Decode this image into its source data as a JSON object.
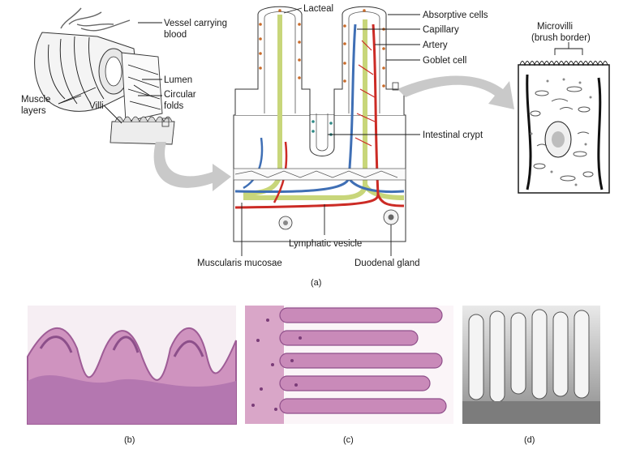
{
  "labels": {
    "vessel": [
      "Vessel carrying",
      "blood"
    ],
    "lumen": "Lumen",
    "circular_folds": [
      "Circular",
      "folds"
    ],
    "muscle_layers": [
      "Muscle",
      "layers"
    ],
    "villi": "Villi",
    "lacteal": "Lacteal",
    "absorptive_cells": "Absorptive cells",
    "capillary": "Capillary",
    "artery": "Artery",
    "goblet_cell": "Goblet cell",
    "intestinal_crypt": "Intestinal crypt",
    "lymphatic_vesicle": "Lymphatic vesicle",
    "muscularis_mucosae": "Muscularis mucosae",
    "duodenal_gland": "Duodenal gland",
    "microvilli": [
      "Microvilli",
      "(brush border)"
    ]
  },
  "captions": {
    "a": "(a)",
    "b": "(b)",
    "c": "(c)",
    "d": "(d)"
  },
  "colors": {
    "lacteal": "#c8d67a",
    "capillary": "#3f6fb5",
    "artery": "#cc2b25",
    "outline": "#1a1a1a",
    "arrow": "#c9c9c9",
    "tissue_pink": "#d9a6c8",
    "tissue_purple": "#a56aa8",
    "micrograph_gray": "#9a9a9a"
  }
}
